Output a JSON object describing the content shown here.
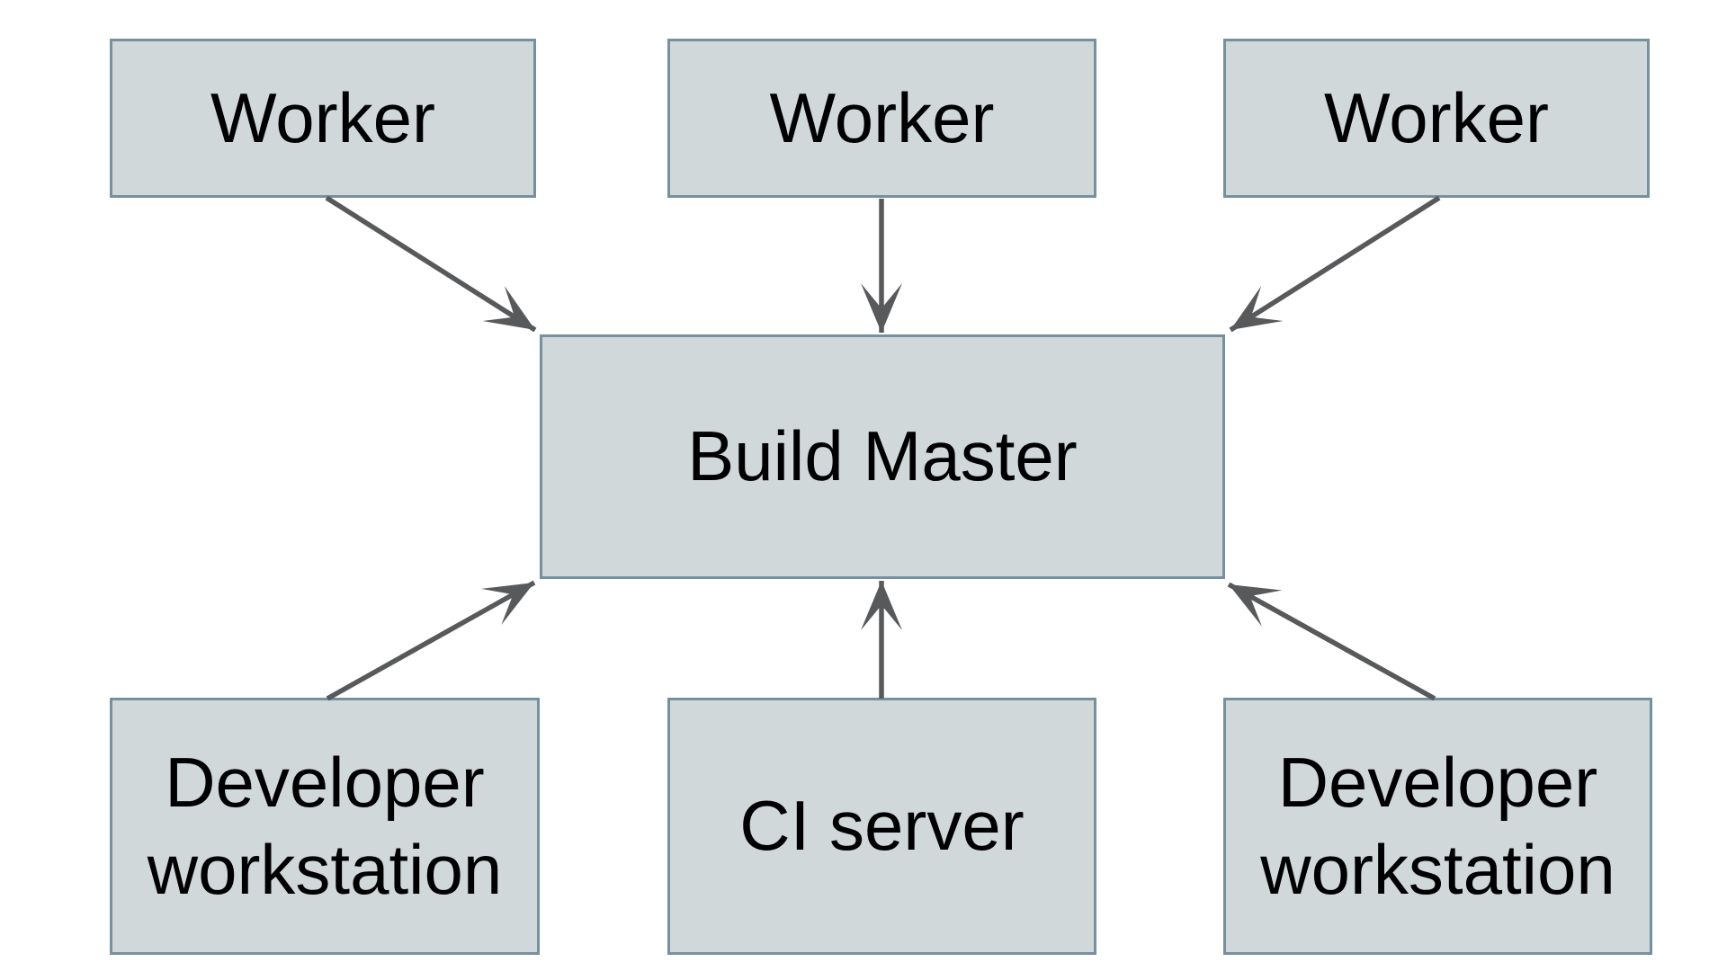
{
  "diagram": {
    "nodes": [
      {
        "id": "worker-1",
        "label": "Worker"
      },
      {
        "id": "worker-2",
        "label": "Worker"
      },
      {
        "id": "worker-3",
        "label": "Worker"
      },
      {
        "id": "build-master",
        "label": "Build Master"
      },
      {
        "id": "dev-workstation-left",
        "label": "Developer workstation"
      },
      {
        "id": "ci-server",
        "label": "CI server"
      },
      {
        "id": "dev-workstation-right",
        "label": "Developer workstation"
      }
    ],
    "edges": [
      {
        "from": "worker-1",
        "to": "build-master"
      },
      {
        "from": "worker-2",
        "to": "build-master"
      },
      {
        "from": "worker-3",
        "to": "build-master"
      },
      {
        "from": "dev-workstation-left",
        "to": "build-master"
      },
      {
        "from": "ci-server",
        "to": "build-master"
      },
      {
        "from": "dev-workstation-right",
        "to": "build-master"
      }
    ],
    "colors": {
      "node_fill": "#d0d8da",
      "node_border": "#76909d",
      "arrow": "#58595b",
      "text": "#000000",
      "background": "#ffffff"
    }
  }
}
